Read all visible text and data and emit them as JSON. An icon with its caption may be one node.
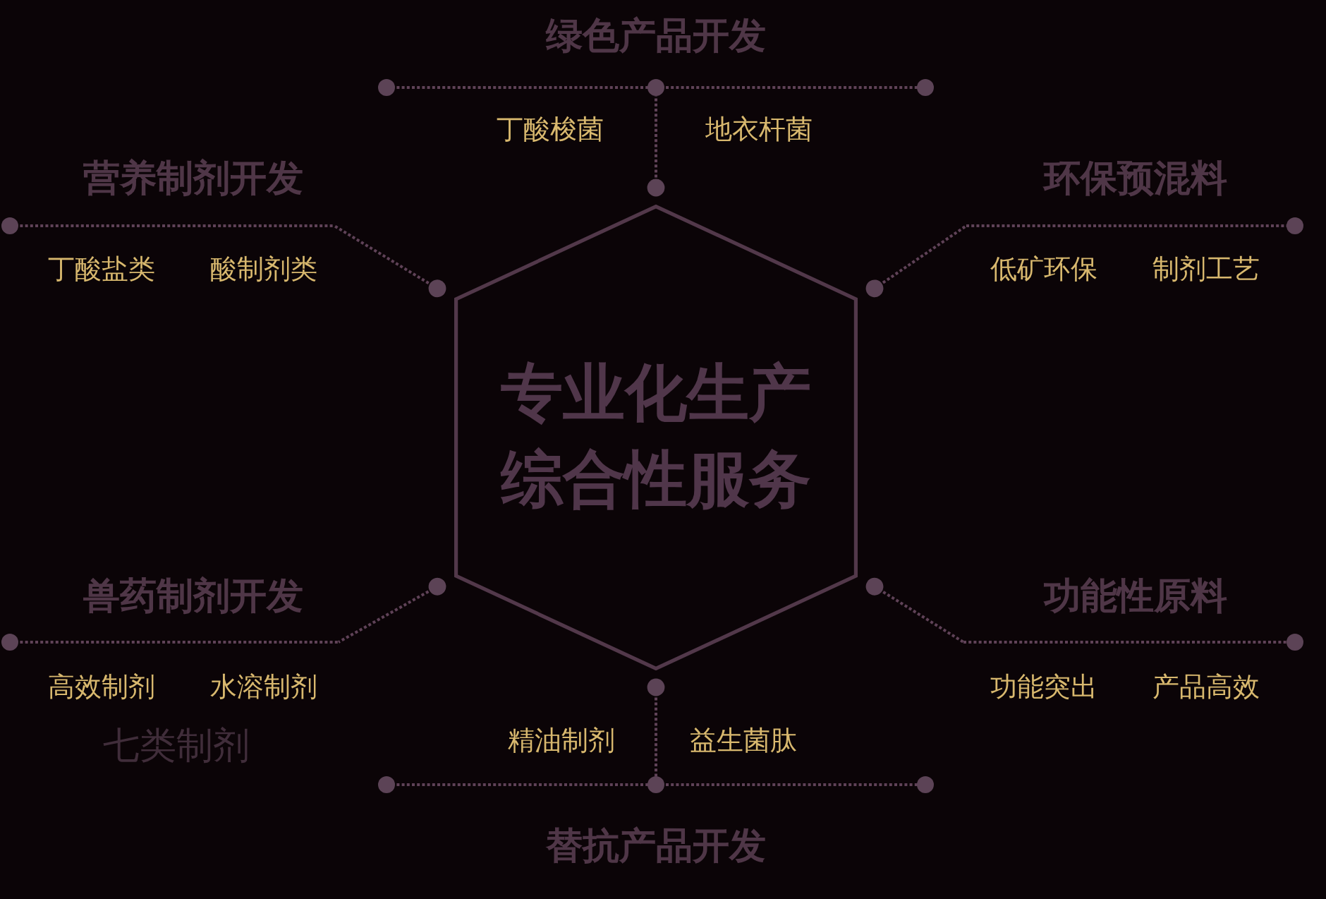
{
  "diagram": {
    "nodes": [
      {
        "text": [
          "专业化生产综合性服务"
        ]
      },
      {
        "text": [],
        "shape": "line",
        "beside": [
          "绿色产品开发",
          "丁酸梭菌",
          "地衣杆菌"
        ]
      },
      {
        "text": [],
        "shape": "line",
        "beside": [
          "营养制剂开发",
          "丁酸盐类",
          "酸制剂类"
        ]
      },
      {
        "text": [],
        "shape": "line",
        "beside": [
          "环保预混料",
          "低矿环保",
          "制剂工艺"
        ]
      },
      {
        "text": [],
        "shape": "line",
        "beside": [
          "兽药制剂开发",
          "高效制剂",
          "水溶制剂"
        ]
      },
      {
        "text": [],
        "shape": "line",
        "beside": [
          "功能性原料",
          "功能突出",
          "产品高效"
        ]
      },
      {
        "text": [],
        "shape": "line",
        "beside": [
          "精油制剂",
          "益生菌肽",
          "替抗产品开发"
        ]
      }
    ],
    "edges": [
      {
        "from": 0,
        "to": 1,
        "arrow": "other",
        "style": "dashed"
      },
      {
        "from": 0,
        "to": 2,
        "arrow": "other",
        "style": "dashed"
      },
      {
        "from": 0,
        "to": 3,
        "arrow": "other",
        "style": "dashed"
      },
      {
        "from": 0,
        "to": 4,
        "arrow": "other",
        "style": "dashed"
      },
      {
        "from": 0,
        "to": 5,
        "arrow": "other",
        "style": "dashed"
      },
      {
        "from": 0,
        "to": 6,
        "arrow": "other",
        "style": "dashed"
      }
    ],
    "labels": [
      "七类制剂"
    ]
  }
}
